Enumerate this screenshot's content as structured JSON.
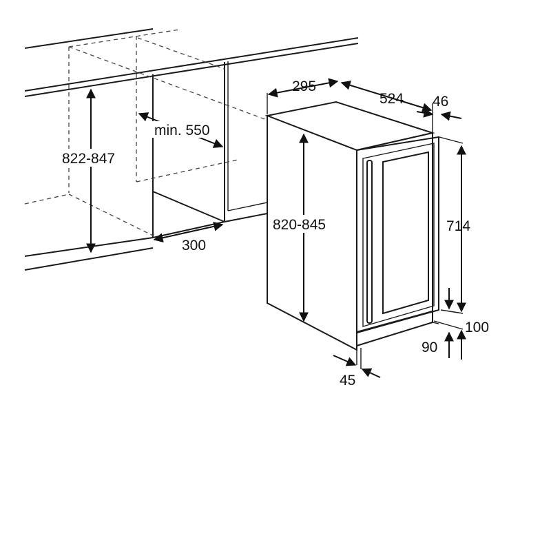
{
  "labels": {
    "d822_847": "822-847",
    "dmin550": "min. 550",
    "d300": "300",
    "d295": "295",
    "d524": "524",
    "d46": "46",
    "d820_845": "820-845",
    "d714": "714",
    "d100": "100",
    "d90": "90",
    "d45": "45"
  }
}
